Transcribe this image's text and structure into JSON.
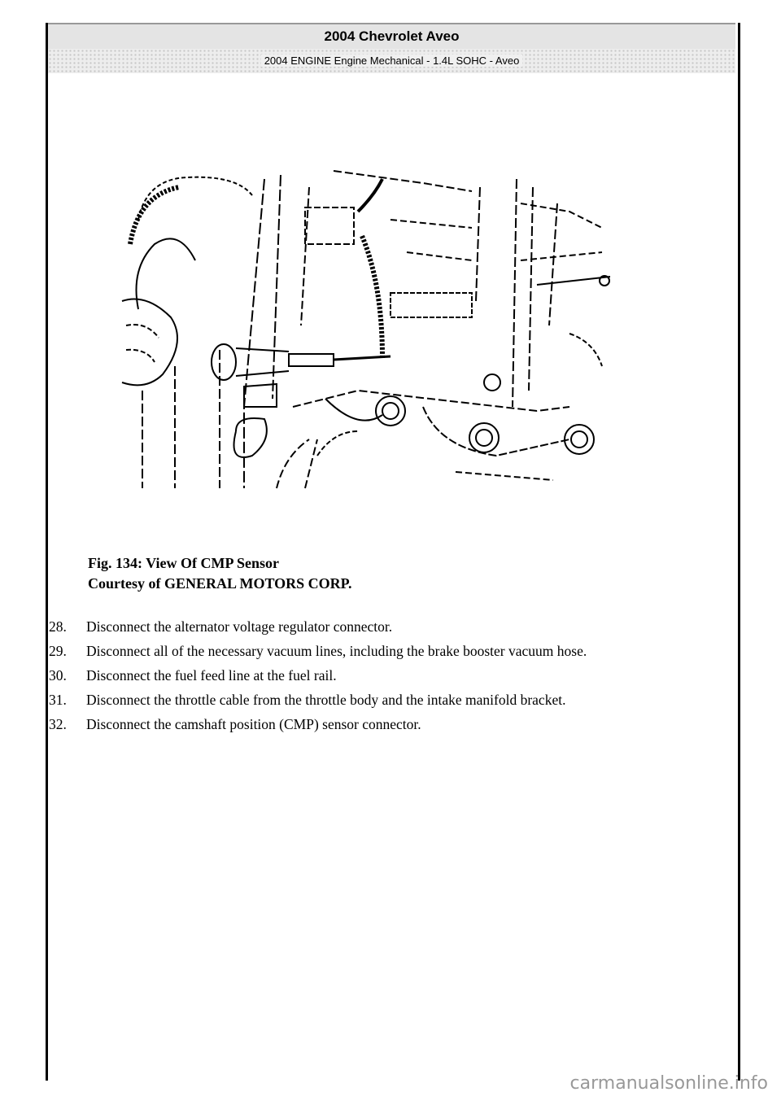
{
  "header": {
    "title": "2004 Chevrolet Aveo",
    "subtitle": "2004 ENGINE Engine Mechanical - 1.4L SOHC - Aveo"
  },
  "figure": {
    "caption_line1": "Fig. 134: View Of CMP Sensor",
    "caption_line2": "Courtesy of GENERAL MOTORS CORP."
  },
  "steps": [
    {
      "num": "28.",
      "text": "Disconnect the alternator voltage regulator connector."
    },
    {
      "num": "29.",
      "text": "Disconnect all of the necessary vacuum lines, including the brake booster vacuum hose."
    },
    {
      "num": "30.",
      "text": "Disconnect the fuel feed line at the fuel rail."
    },
    {
      "num": "31.",
      "text": "Disconnect the throttle cable from the throttle body and the intake manifold bracket."
    },
    {
      "num": "32.",
      "text": "Disconnect the camshaft position (CMP) sensor connector."
    }
  ],
  "watermark": "carmanualsonline.info"
}
